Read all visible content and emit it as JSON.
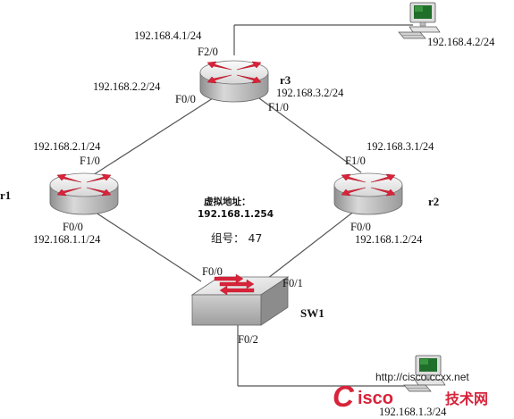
{
  "devices": {
    "r1": "r1",
    "r2": "r2",
    "r3": "r3",
    "sw1": "SW1"
  },
  "interfaces": {
    "r3_f20": "F2/0",
    "r3_f00": "F0/0",
    "r3_f10": "F1/0",
    "r1_f10": "F1/0",
    "r1_f00": "F0/0",
    "r2_f10": "F1/0",
    "r2_f00": "F0/0",
    "sw1_f00": "F0/0",
    "sw1_f01": "F0/1",
    "sw1_f02": "F0/2"
  },
  "addresses": {
    "r3_f20": "192.168.4.1/24",
    "pc_top": "192.168.4.2/24",
    "r3_f00": "192.168.2.2/24",
    "r3_f10": "192.168.3.2/24",
    "r1_f10": "192.168.2.1/24",
    "r2_f10": "192.168.3.1/24",
    "r1_f00": "192.168.1.1/24",
    "r2_f00": "192.168.1.2/24",
    "pc_bottom": "192.168.1.3/24"
  },
  "center": {
    "virtual_label": "虚拟地址：",
    "virtual_ip": "192.168.1.254",
    "group": "组号：  47"
  },
  "watermark": {
    "url": "http://cisco.ccxx.net",
    "brand_c": "C",
    "brand_rest": "isco",
    "brand_cn": "技术网"
  },
  "colors": {
    "router_top": "#e6e6e6",
    "router_side": "#b9b9b9",
    "arrow": "#d8233a",
    "watermark": "#d8233a"
  },
  "icons": {
    "router": "router-icon",
    "switch": "switch-icon",
    "pc": "pc-icon"
  }
}
